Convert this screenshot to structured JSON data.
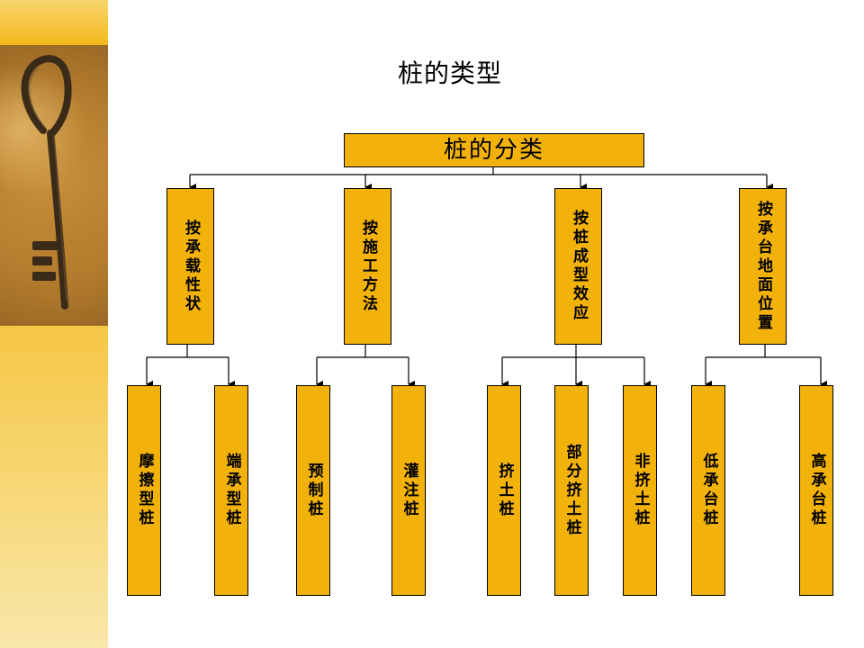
{
  "title": "桩的类型",
  "root": "桩的分类",
  "categories": [
    {
      "label": "按承载性状",
      "children": [
        "摩擦型桩",
        "端承型桩"
      ]
    },
    {
      "label": "按施工方法",
      "children": [
        "预制桩",
        "灌注桩"
      ]
    },
    {
      "label": "按桩成型效应",
      "children": [
        "挤土桩",
        "部分挤土桩",
        "非挤土桩"
      ]
    },
    {
      "label": "按承台地面位置",
      "children": [
        "低承台桩",
        "高承台桩"
      ]
    }
  ],
  "colors": {
    "node_fill": "#f2b209",
    "border": "#000000",
    "sidebar": "#f3b81b"
  },
  "decor": {
    "left_photo": "key-photo"
  }
}
